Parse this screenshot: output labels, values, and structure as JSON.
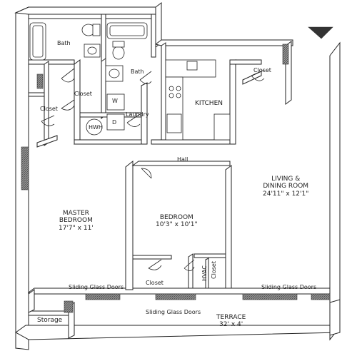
{
  "plan": {
    "rooms": {
      "bath_upper": "Bath",
      "bath_lower": "Bath",
      "closet_left": "Closet",
      "closet_center": "Closet",
      "closet_right": "Closet",
      "closet_bedroom": "Closet",
      "closet_hvac": "Closet",
      "hvac": "HVAC",
      "washer": "W",
      "dryer": "D",
      "water_heater": "HWH",
      "laundry": "Laundry",
      "kitchen": "KITCHEN",
      "hall": "Hall",
      "living_name_1": "LIVING &",
      "living_name_2": "DINING ROOM",
      "living_size": "24'11\" x 12'1\"",
      "master_name_1": "MASTER",
      "master_name_2": "BEDROOM",
      "master_size": "17'7\" x 11'",
      "bedroom_name": "BEDROOM",
      "bedroom_size": "10'3\" x 10'1\"",
      "sliding_doors_left": "Sliding Glass Doors",
      "sliding_doors_right": "Sliding Glass Doors",
      "sliding_doors_terrace": "Sliding Glass Doors",
      "storage": "Storage",
      "terrace_name": "TERRACE",
      "terrace_size": "32' x 4'"
    },
    "colors": {
      "wall_fill": "#ffffff",
      "wall_line": "#222222",
      "hatch": "#555555",
      "text": "#222222"
    }
  }
}
